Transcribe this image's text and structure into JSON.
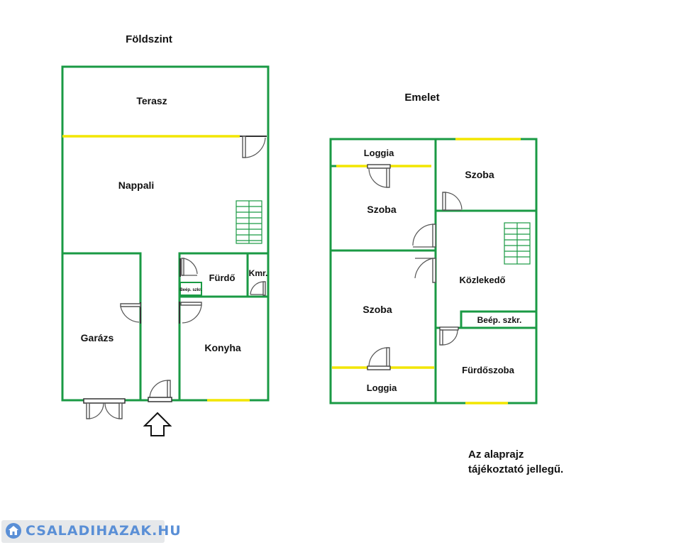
{
  "ground_floor": {
    "title": "Földszint",
    "rooms": {
      "terrace": "Terasz",
      "living": "Nappali",
      "garage": "Garázs",
      "bathroom": "Fürdő",
      "pantry": "Kmr.",
      "builtin_closet": "Beép. szkr.",
      "kitchen": "Konyha"
    }
  },
  "upper_floor": {
    "title": "Emelet",
    "rooms": {
      "loggia_top": "Loggia",
      "room_top_left": "Szoba",
      "room_top_right": "Szoba",
      "room_bottom_left": "Szoba",
      "corridor": "Közlekedő",
      "builtin_closet": "Beép. szkr.",
      "bathroom": "Fürdőszoba",
      "loggia_bottom": "Loggia"
    }
  },
  "note": {
    "line1": "Az alaprajz",
    "line2": "tájékoztató jellegű."
  },
  "watermark": {
    "logo_text": "CSALADIHAZAK.HU",
    "icon": "house-icon"
  },
  "colors": {
    "wall": "#1a9a44",
    "window": "#f2e600",
    "brand": "#5a8fd6"
  }
}
